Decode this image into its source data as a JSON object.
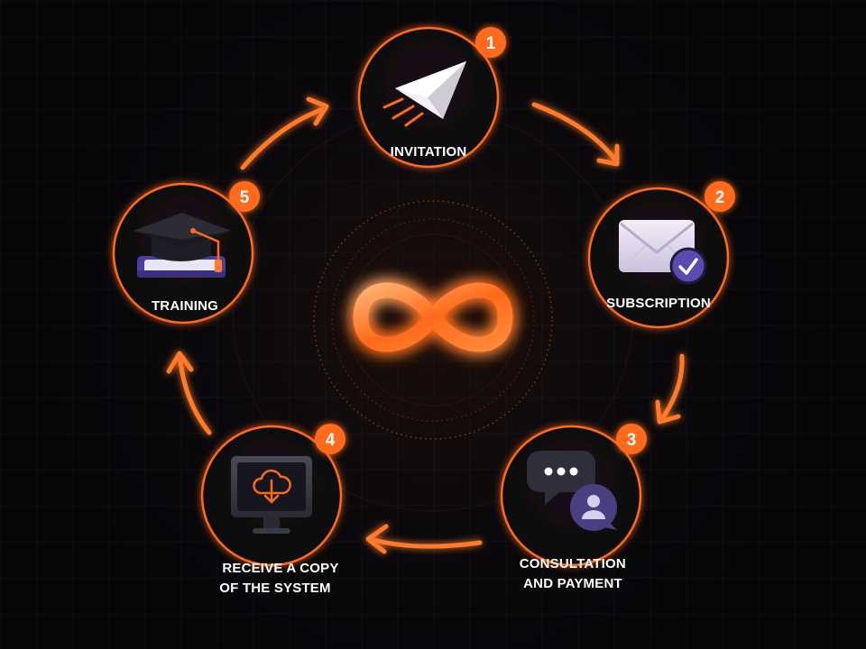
{
  "steps": [
    {
      "number": "1",
      "label_lines": [
        "INVITATION"
      ],
      "icon": "paper-plane-icon"
    },
    {
      "number": "2",
      "label_lines": [
        "SUBSCRIPTION"
      ],
      "icon": "envelope-check-icon"
    },
    {
      "number": "3",
      "label_lines": [
        "CONSULTATION",
        "AND PAYMENT"
      ],
      "icon": "chat-bubbles-icon"
    },
    {
      "number": "4",
      "label_lines": [
        "RECEIVE A COPY",
        "OF THE SYSTEM"
      ],
      "icon": "monitor-download-icon"
    },
    {
      "number": "5",
      "label_lines": [
        "TRAINING"
      ],
      "icon": "graduation-cap-icon"
    }
  ],
  "center_icon": "infinity-icon",
  "colors": {
    "accent": "#ff6a1a",
    "background": "#07060a",
    "node_fill": "#0d0b10",
    "text": "#ffffff"
  }
}
